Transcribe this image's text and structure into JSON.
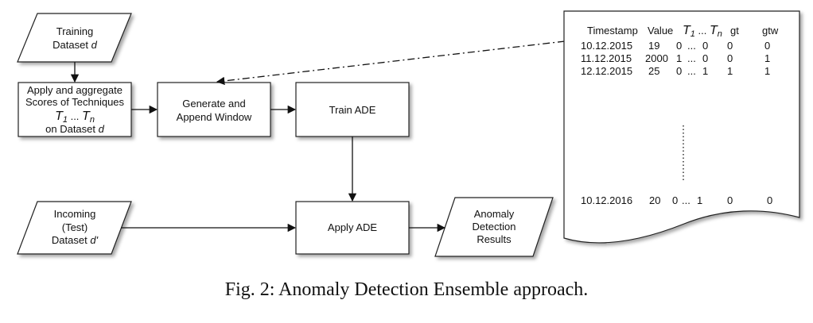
{
  "nodes": {
    "training": {
      "line1": "Training",
      "line2_prefix": "Dataset ",
      "line2_var": "d"
    },
    "apply_agg": {
      "line1": "Apply and aggregate",
      "line2": "Scores of Techniques",
      "t1": "T",
      "t1_sub": "1",
      "dots": " ... ",
      "tn": "T",
      "tn_sub": "n",
      "line4_prefix": "on Dataset ",
      "line4_var": "d"
    },
    "generate": {
      "line1": "Generate and",
      "line2": "Append Window"
    },
    "train_ade": {
      "label": "Train ADE"
    },
    "incoming": {
      "line1": "Incoming",
      "line2": "(Test)",
      "line3_prefix": "Dataset ",
      "line3_var": "d'"
    },
    "apply_ade": {
      "label": "Apply ADE"
    },
    "results": {
      "line1": "Anomaly",
      "line2": "Detection",
      "line3": "Results"
    }
  },
  "table_doc": {
    "headers": {
      "timestamp": "Timestamp",
      "value": "Value",
      "t1": "T",
      "t1_sub": "1",
      "dots": " ... ",
      "tn": "T",
      "tn_sub": "n",
      "gt": "gt",
      "gtw": "gtw"
    },
    "rows": [
      {
        "timestamp": "10.12.2015",
        "value": "19",
        "t1": "0",
        "dots": "...",
        "tn": "0",
        "gt": "0",
        "gtw": "0"
      },
      {
        "timestamp": "11.12.2015",
        "value": "2000",
        "t1": "1",
        "dots": "...",
        "tn": "0",
        "gt": "0",
        "gtw": "1"
      },
      {
        "timestamp": "12.12.2015",
        "value": "25",
        "t1": "0",
        "dots": "...",
        "tn": "1",
        "gt": "1",
        "gtw": "1"
      }
    ],
    "last_row": {
      "timestamp": "10.12.2016",
      "value": "20",
      "t1": "0",
      "dots": "...",
      "tn": "1",
      "gt": "0",
      "gtw": "0"
    }
  },
  "caption": "Fig. 2: Anomaly Detection Ensemble approach."
}
